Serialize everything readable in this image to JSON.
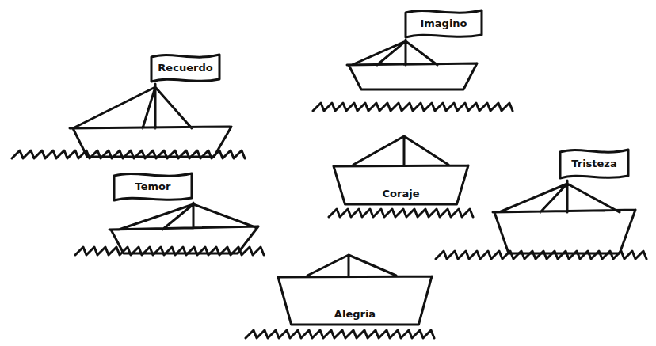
{
  "diagram": {
    "nodes": [
      {
        "text": [
          "Recuerdo"
        ]
      },
      {
        "text": [
          "Imagino"
        ]
      },
      {
        "text": [
          "Temor"
        ]
      },
      {
        "text": [
          "Coraje"
        ]
      },
      {
        "text": [
          "Tristeza"
        ]
      },
      {
        "text": [
          "Alegria"
        ]
      }
    ]
  }
}
